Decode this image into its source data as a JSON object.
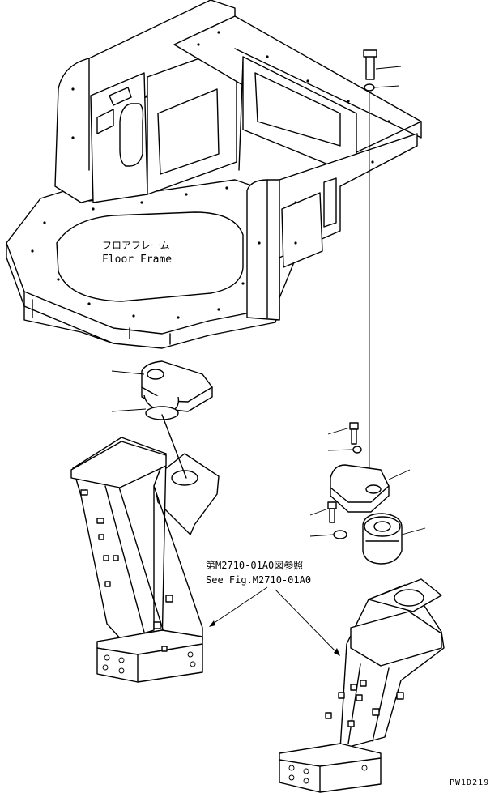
{
  "floor_frame": {
    "label_jp": "フロアフレーム",
    "label_en": "Floor Frame"
  },
  "reference_note": {
    "line_jp": "第M2710-01A0図参照",
    "line_en": "See Fig.M2710-01A0"
  },
  "drawing_code": "PW1D219"
}
